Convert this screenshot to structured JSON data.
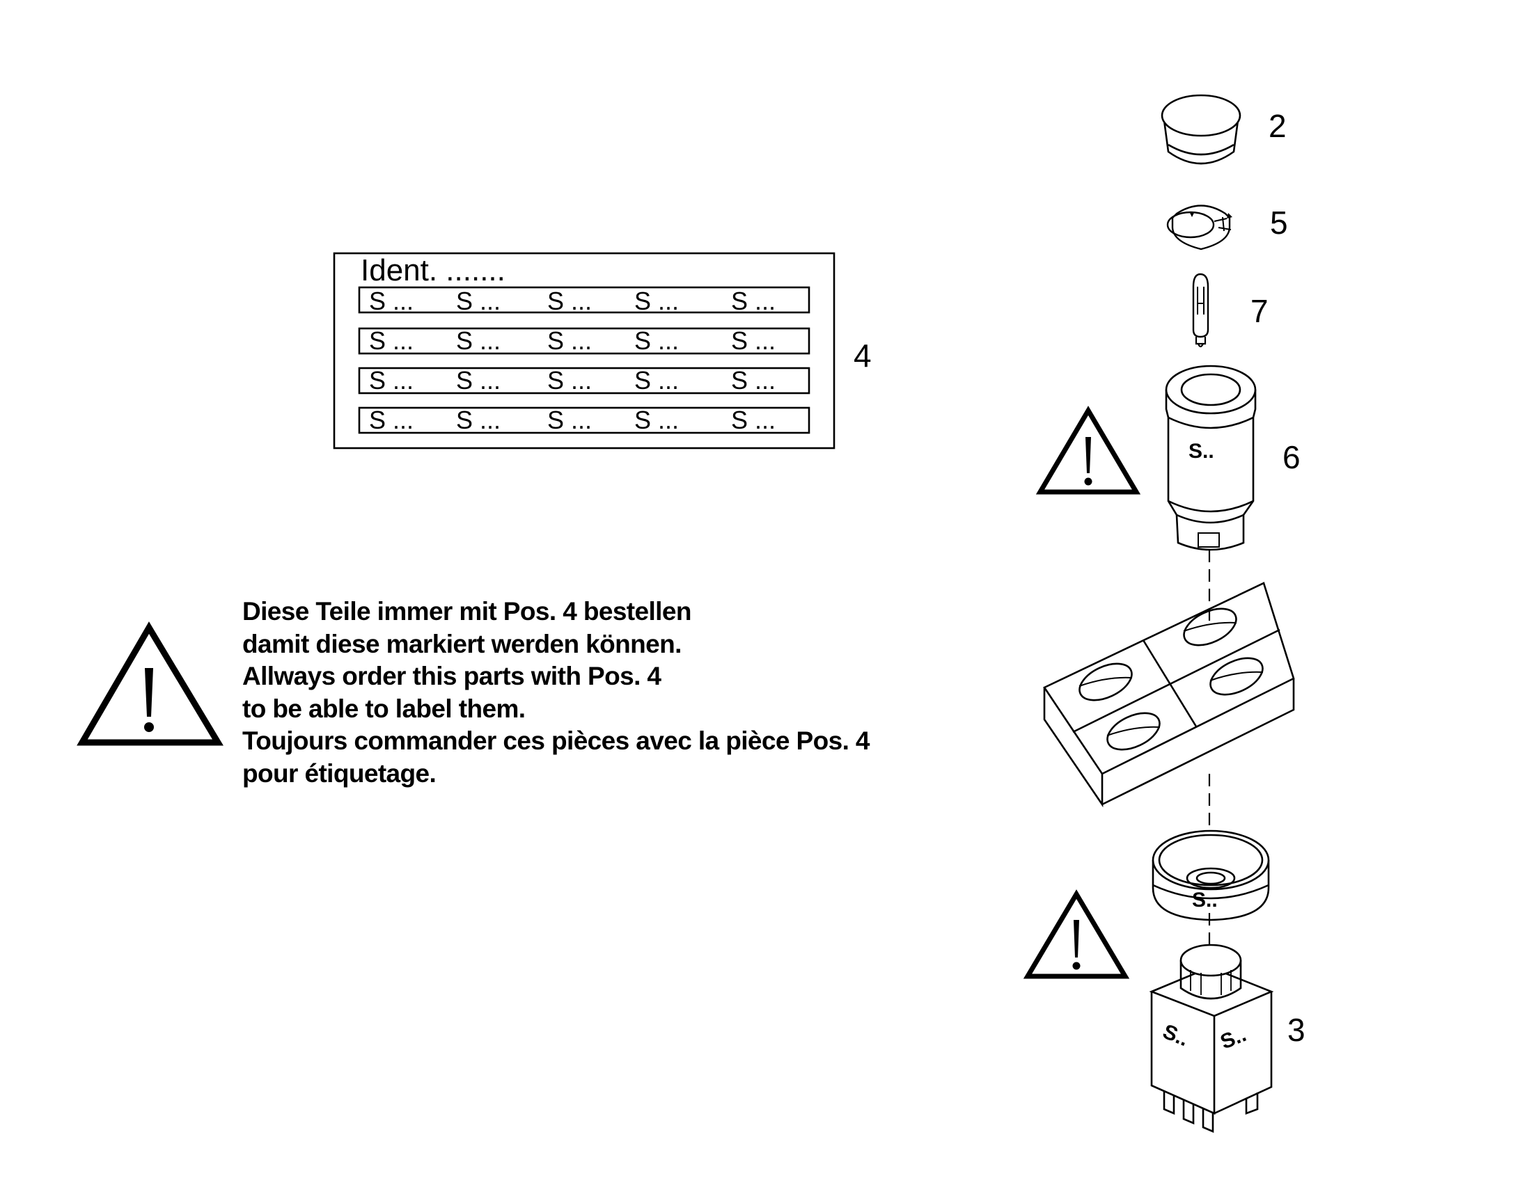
{
  "label_sheet": {
    "title": "Ident. .......",
    "rows": [
      [
        "S ...",
        "S ...",
        "S ...",
        "S ...",
        "S ..."
      ],
      [
        "S ...",
        "S ...",
        "S ...",
        "S ...",
        "S ..."
      ],
      [
        "S ...",
        "S ...",
        "S ...",
        "S ...",
        "S ..."
      ],
      [
        "S ...",
        "S ...",
        "S ...",
        "S ...",
        "S ..."
      ]
    ],
    "position": "4"
  },
  "note_lines": [
    "Diese Teile immer mit Pos. 4 bestellen",
    "damit diese markiert werden können.",
    "Allways order this parts with Pos. 4",
    "to be able to label them.",
    "Toujours commander ces pièces avec la pièce Pos. 4",
    "pour étiquetage."
  ],
  "parts": {
    "cap": "2",
    "insert": "5",
    "lamp": "7",
    "holder": "6",
    "switch": "3"
  },
  "marking": "S..",
  "icons": [
    "warning-icon",
    "warning-icon",
    "warning-icon"
  ]
}
